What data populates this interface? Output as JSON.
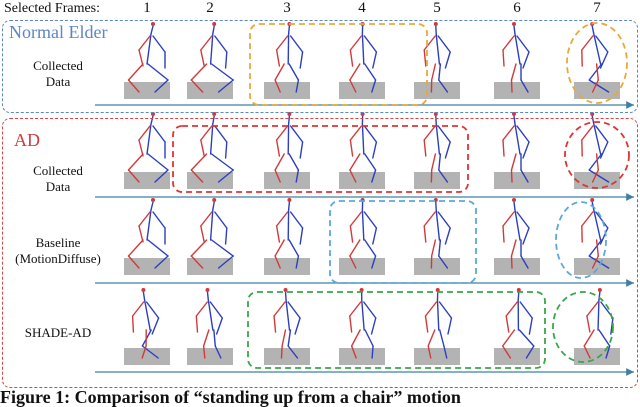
{
  "header": {
    "label": "Selected Frames:",
    "frame_numbers": [
      "1",
      "2",
      "3",
      "4",
      "5",
      "6",
      "7"
    ]
  },
  "sections": {
    "normal": {
      "title": "Normal Elder",
      "color": "#5b87c6"
    },
    "ad": {
      "title": "AD",
      "color": "#d13a3a"
    }
  },
  "rows": [
    {
      "label_line1": "Collected",
      "label_line2": "Data",
      "highlight_color": "#e8a93a"
    },
    {
      "label_line1": "Collected",
      "label_line2": "Data",
      "highlight_color": "#e03333"
    },
    {
      "label_line1": "Baseline",
      "label_line2": "(MotionDiffuse)",
      "highlight_color": "#5aa9dc"
    },
    {
      "label_line1": "SHADE-AD",
      "label_line2": "",
      "highlight_color": "#3aa64a"
    }
  ],
  "colors": {
    "limb_left": "#d13a3a",
    "limb_right": "#2b3fbf",
    "floor": "#b3b3b3",
    "arrow": "#3d7fa6"
  },
  "caption": "Figure 1: Comparison of “standing up from a chair” motion"
}
